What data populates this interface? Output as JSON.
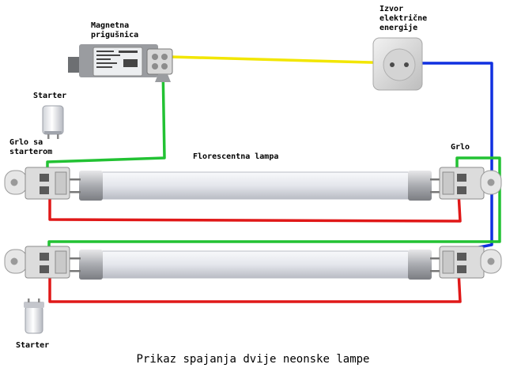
{
  "labels": {
    "ballast": "Magnetna\nprigušnica",
    "power_source": "Izvor\nelektrične\nenergije",
    "starter_top": "Starter",
    "starter_socket": "Grlo sa\nstarterom",
    "lamp": "Florescentna lampa",
    "socket_right": "Grlo",
    "starter_bottom": "Starter"
  },
  "caption": "Prikaz spajanja dvije neonske lampe",
  "colors": {
    "wire_yellow": "#f2e600",
    "wire_blue": "#1030e0",
    "wire_green": "#22c233",
    "wire_red": "#e01818",
    "tube": "#eef0f4",
    "socket": "#d8d8d8"
  },
  "icons": [
    "ballast-icon",
    "wall-socket-icon",
    "starter-icon",
    "lamp-socket-icon",
    "fluorescent-tube-icon"
  ]
}
